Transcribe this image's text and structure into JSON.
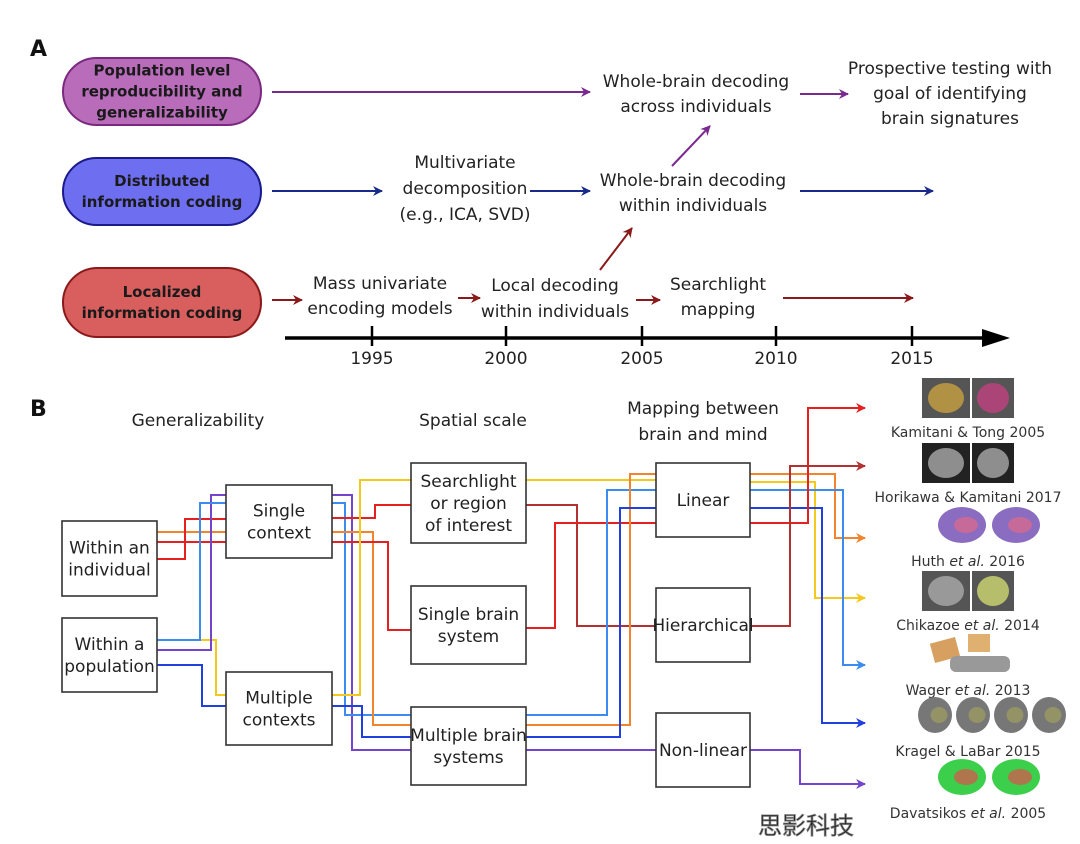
{
  "panel_a": {
    "label": "A",
    "categories": [
      {
        "lines": [
          "Population level",
          "reproducibility and",
          "generalizability"
        ],
        "fill": "#b86cba",
        "stroke": "#7a2a7e",
        "arrow": "#7a2a8e"
      },
      {
        "lines": [
          "Distributed",
          "information coding"
        ],
        "fill": "#6e6ef0",
        "stroke": "#1a1a8a",
        "arrow": "#1a2a8a"
      },
      {
        "lines": [
          "Localized",
          "information coding"
        ],
        "fill": "#d95f5f",
        "stroke": "#8a1a1a",
        "arrow": "#8a1a1a"
      }
    ],
    "steps": {
      "whole_brain_across": [
        "Whole-brain decoding",
        "across individuals"
      ],
      "prospective": [
        "Prospective testing with",
        "goal of identifying",
        "brain signatures"
      ],
      "multivariate": [
        "Multivariate",
        "decomposition",
        "(e.g., ICA, SVD)"
      ],
      "whole_brain_within": [
        "Whole-brain decoding",
        "within individuals"
      ],
      "mass_univariate": [
        "Mass univariate",
        "encoding models"
      ],
      "local_decoding": [
        "Local  decoding",
        "within individuals"
      ],
      "searchlight": [
        "Searchlight",
        "mapping"
      ]
    },
    "timeline": [
      "1995",
      "2000",
      "2005",
      "2010",
      "2015"
    ]
  },
  "panel_b": {
    "label": "B",
    "headers": {
      "generalizability": "Generalizability",
      "spatial_scale": "Spatial scale",
      "mapping": [
        "Mapping between",
        "brain and mind"
      ]
    },
    "boxes": {
      "within_individual": [
        "Within an",
        "individual"
      ],
      "within_population": [
        "Within a",
        "population"
      ],
      "single_context": [
        "Single",
        "context"
      ],
      "multiple_contexts": [
        "Multiple",
        "contexts"
      ],
      "searchlight_roi": [
        "Searchlight",
        "or region",
        "of interest"
      ],
      "single_brain_system": [
        "Single brain",
        "system"
      ],
      "multiple_brain_systems": [
        "Multiple brain",
        "systems"
      ],
      "linear": [
        "Linear"
      ],
      "hierarchical": [
        "Hierarchical"
      ],
      "non_linear": [
        "Non-linear"
      ]
    },
    "colors": {
      "red": "#e42020",
      "darkred": "#b23232",
      "orange": "#f2842e",
      "yellow": "#f4c81c",
      "lightblue": "#3c8cf0",
      "blue": "#2040e0",
      "purple": "#7444cc"
    },
    "references": [
      {
        "author": "Kamitani & Tong",
        "etal": "",
        "year": "2005",
        "color": "red"
      },
      {
        "author": "Horikawa & Kamitani",
        "etal": "",
        "year": "2017",
        "color": "darkred"
      },
      {
        "author": "Huth",
        "etal": "et al.",
        "year": "2016",
        "color": "orange"
      },
      {
        "author": "Chikazoe",
        "etal": "et al.",
        "year": "2014",
        "color": "yellow"
      },
      {
        "author": "Wager",
        "etal": "et al.",
        "year": "2013",
        "color": "lightblue"
      },
      {
        "author": "Kragel & LaBar",
        "etal": "",
        "year": "2015",
        "color": "blue"
      },
      {
        "author": "Davatsikos",
        "etal": "et al.",
        "year": "2005",
        "color": "purple"
      }
    ]
  },
  "watermark": "思影科技"
}
